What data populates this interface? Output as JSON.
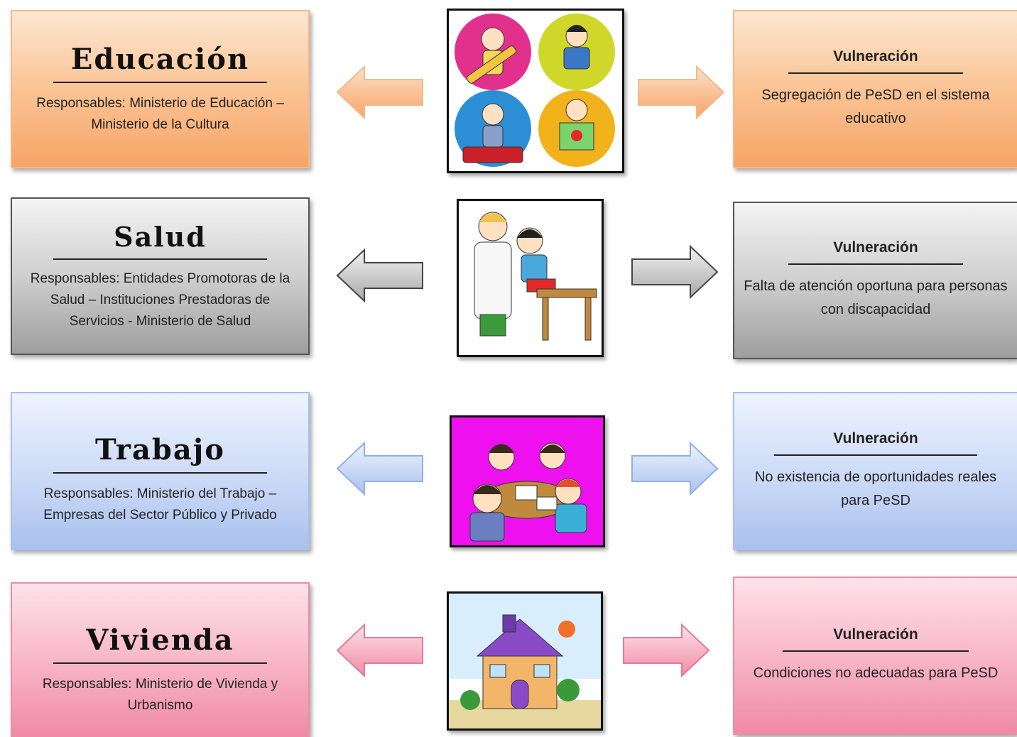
{
  "rows": [
    {
      "id": "educacion",
      "title": "Educación",
      "responsables": "Responsables: Ministerio de Educación – Ministerio de la Cultura",
      "vulneracion_title": "Vulneración",
      "vulneracion_text": "Segregación de PeSD en el sistema educativo",
      "color": "#f7a466"
    },
    {
      "id": "salud",
      "title": "Salud",
      "responsables": "Responsables: Entidades Promotoras de la Salud – Instituciones Prestadoras de Servicios -  Ministerio de Salud",
      "vulneracion_title": "Vulneración",
      "vulneracion_text": "Falta de atención oportuna para personas con discapacidad",
      "color": "#9e9e9e"
    },
    {
      "id": "trabajo",
      "title": "Trabajo",
      "responsables": "Responsables: Ministerio del Trabajo – Empresas del Sector Público y Privado",
      "vulneracion_title": "Vulneración",
      "vulneracion_text": "No existencia de oportunidades reales para PeSD",
      "color": "#a9c1ee"
    },
    {
      "id": "vivienda",
      "title": "Vivienda",
      "responsables": "Responsables: Ministerio de Vivienda y Urbanismo",
      "vulneracion_title": "Vulneración",
      "vulneracion_text": "Condiciones no adecuadas para PeSD",
      "color": "#f08aa6"
    }
  ],
  "icons": {
    "educacion": "children-learning-illustration",
    "salud": "doctor-examining-child-illustration",
    "trabajo": "children-working-at-table-illustration",
    "vivienda": "house-illustration"
  }
}
